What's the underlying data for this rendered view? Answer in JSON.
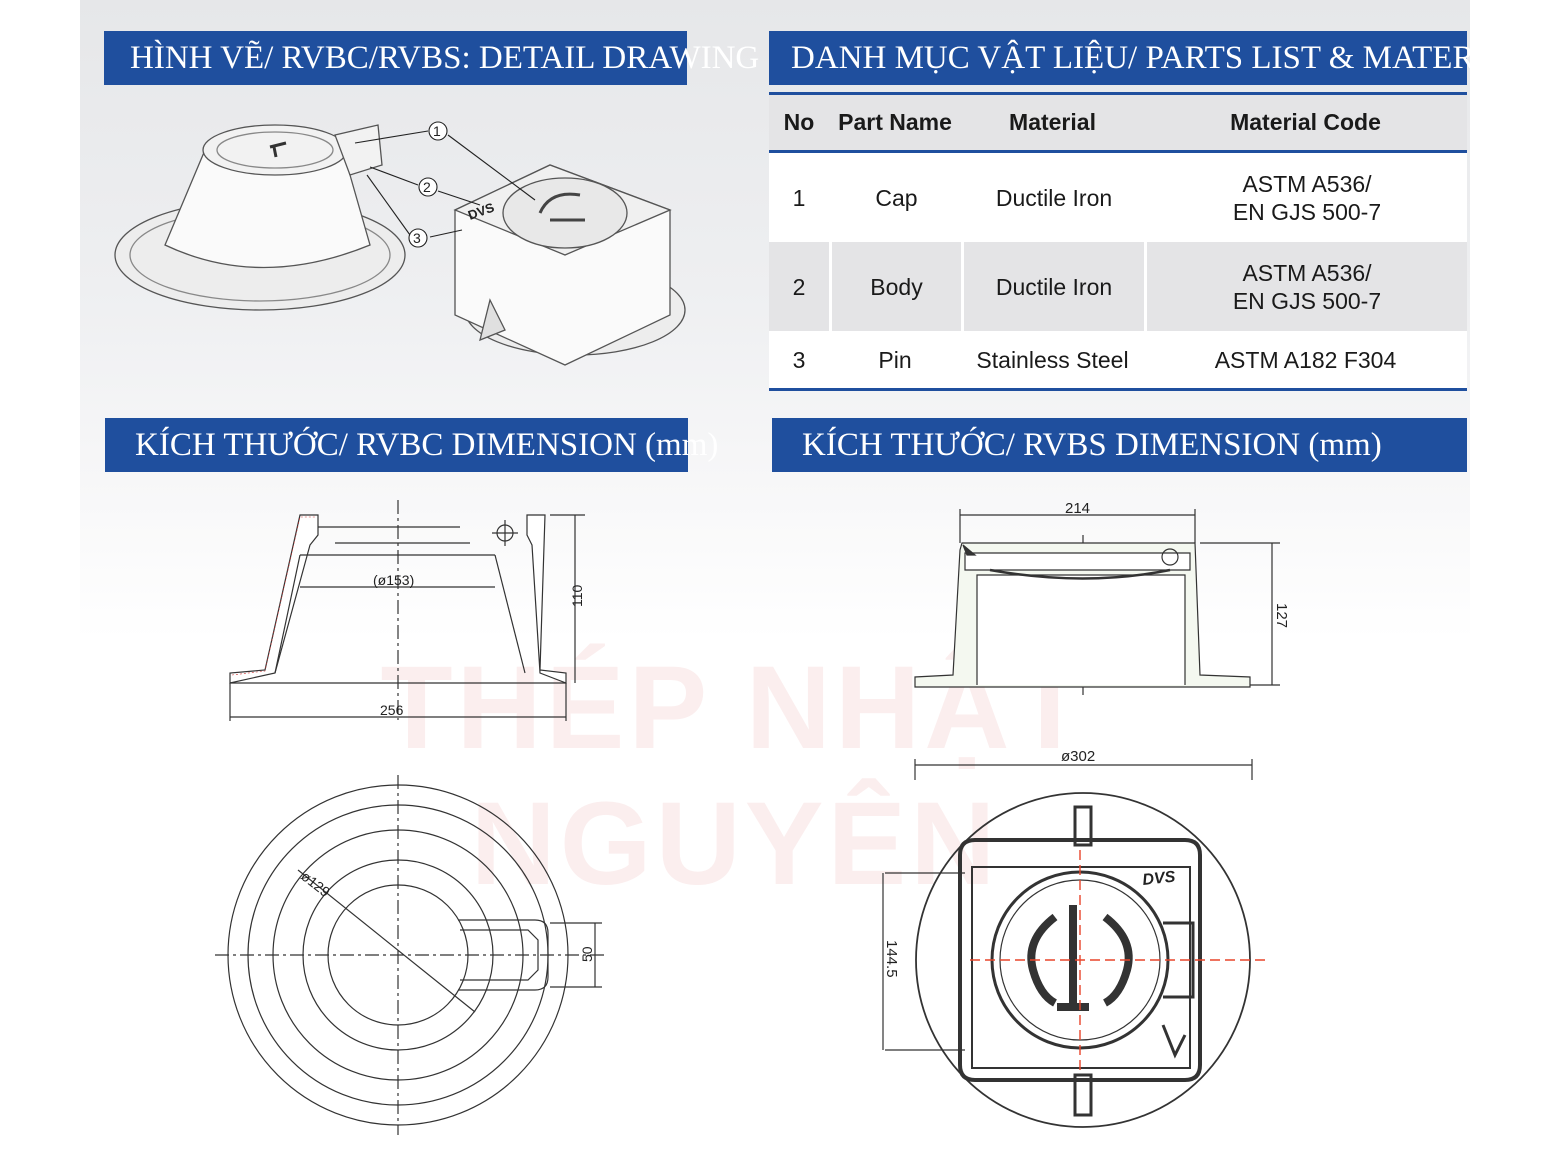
{
  "banners": {
    "detail_drawing": "HÌNH VẼ/ RVBC/RVBS: DETAIL DRAWING",
    "parts_list": "DANH MỤC VẬT LIỆU/ PARTS LIST & MATERIAL",
    "rvbc_dimension": "KÍCH THƯỚC/ RVBC DIMENSION (mm)",
    "rvbs_dimension": "KÍCH THƯỚC/ RVBS DIMENSION (mm)"
  },
  "parts_table": {
    "headers": [
      "No",
      "Part Name",
      "Material",
      "Material Code"
    ],
    "rows": [
      {
        "no": "1",
        "part": "Cap",
        "material": "Ductile Iron",
        "code_line1": "ASTM A536/",
        "code_line2": "EN GJS 500-7"
      },
      {
        "no": "2",
        "part": "Body",
        "material": "Ductile Iron",
        "code_line1": "ASTM A536/",
        "code_line2": "EN GJS 500-7"
      },
      {
        "no": "3",
        "part": "Pin",
        "material": "Stainless Steel",
        "code_line1": "ASTM A182 F304",
        "code_line2": ""
      }
    ]
  },
  "detail_callouts": [
    "1",
    "2",
    "3"
  ],
  "product_marks": {
    "logo_text": "DVS"
  },
  "rvbc_dimensions": {
    "inner_diameter": "(ø153)",
    "height": "110",
    "base_width": "256",
    "bore_diameter": "ø129",
    "tab_width": "50"
  },
  "rvbs_dimensions": {
    "top_width": "214",
    "height": "127",
    "base_diameter": "ø302",
    "box_width": "144.5"
  },
  "watermark": "THÉP NHẬT NGUYÊN",
  "colors": {
    "banner_blue": "#1f4f9e",
    "table_grey": "#e4e4e6",
    "centerline_red": "#e8452a"
  }
}
